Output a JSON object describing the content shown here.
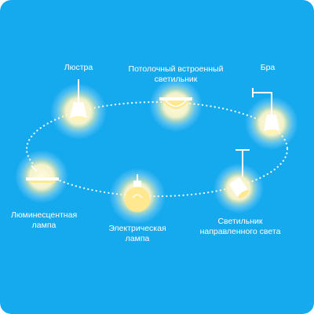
{
  "colors": {
    "background": "#15a9ee",
    "ring": "#ffffff",
    "glow": "#fff6c8",
    "bulb": "#ffe890",
    "fixture": "#ffffff"
  },
  "lamps": [
    {
      "id": "chandelier",
      "label": "Люстра",
      "icon": "pendant-lamp-icon"
    },
    {
      "id": "recessed",
      "label": "Потолочный встроенный\nсветильник",
      "icon": "recessed-ceiling-light-icon"
    },
    {
      "id": "sconce",
      "label": "Бра",
      "icon": "wall-sconce-icon"
    },
    {
      "id": "spot",
      "label": "Светильник\nнаправленного света",
      "icon": "spotlight-icon"
    },
    {
      "id": "incandescent",
      "label": "Электрическая\nлампа",
      "icon": "light-bulb-icon"
    },
    {
      "id": "fluorescent",
      "label": "Люминесцентная\nлампа",
      "icon": "fluorescent-tube-icon"
    }
  ]
}
